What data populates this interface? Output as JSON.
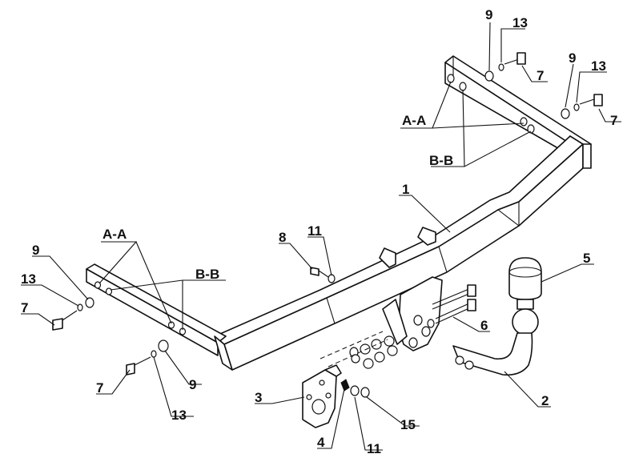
{
  "diagram": {
    "labels": {
      "n1": "1",
      "n2": "2",
      "n3": "3",
      "n4": "4",
      "n5": "5",
      "n6": "6",
      "n7": "7",
      "n8": "8",
      "n9": "9",
      "n11": "11",
      "n13": "13",
      "n15": "15",
      "section_aa": "A-A",
      "section_bb": "B-B"
    }
  }
}
